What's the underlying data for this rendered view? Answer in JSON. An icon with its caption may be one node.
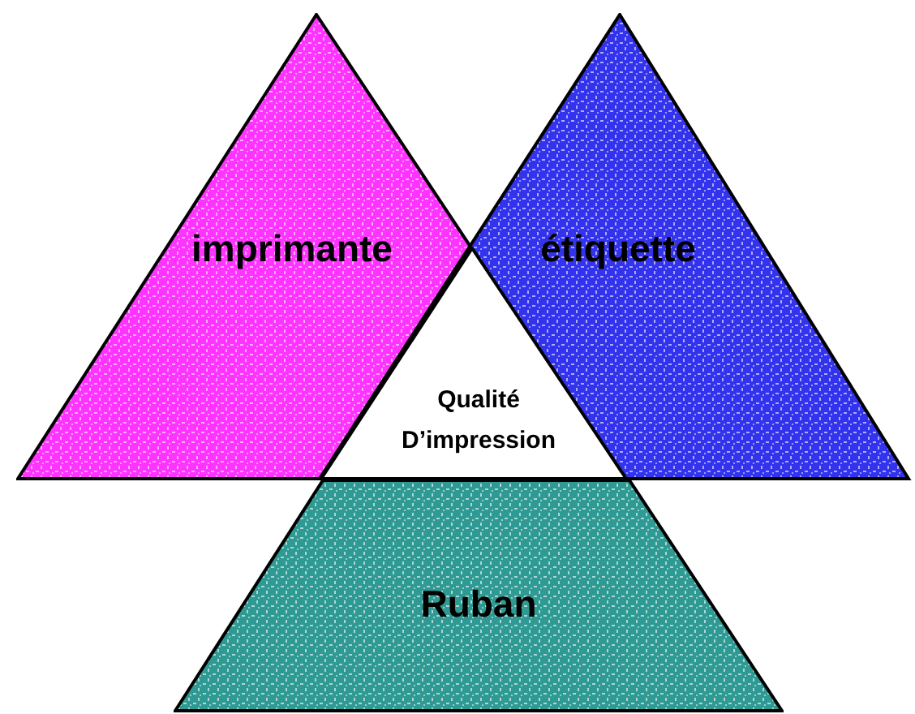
{
  "diagram": {
    "nodes": [
      {
        "text": [
          "imprimante"
        ]
      },
      {
        "text": [
          "étiquette"
        ]
      },
      {
        "text": [
          "Qualité D’impression"
        ]
      },
      {
        "text": [
          "Ruban"
        ]
      }
    ]
  }
}
